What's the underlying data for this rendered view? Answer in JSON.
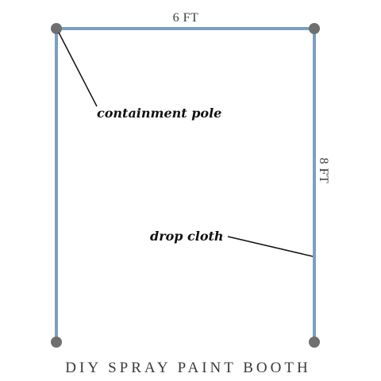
{
  "diagram": {
    "width_label": "6 FT",
    "height_label": "8 FT",
    "pole_label": "containment pole",
    "cloth_label": "drop cloth",
    "caption": "DIY SPRAY PAINT BOOTH"
  },
  "colors": {
    "frame": "#7a9fc3",
    "joint": "#6f6f6f",
    "text": "#3a3a3a",
    "leader": "#111111"
  }
}
